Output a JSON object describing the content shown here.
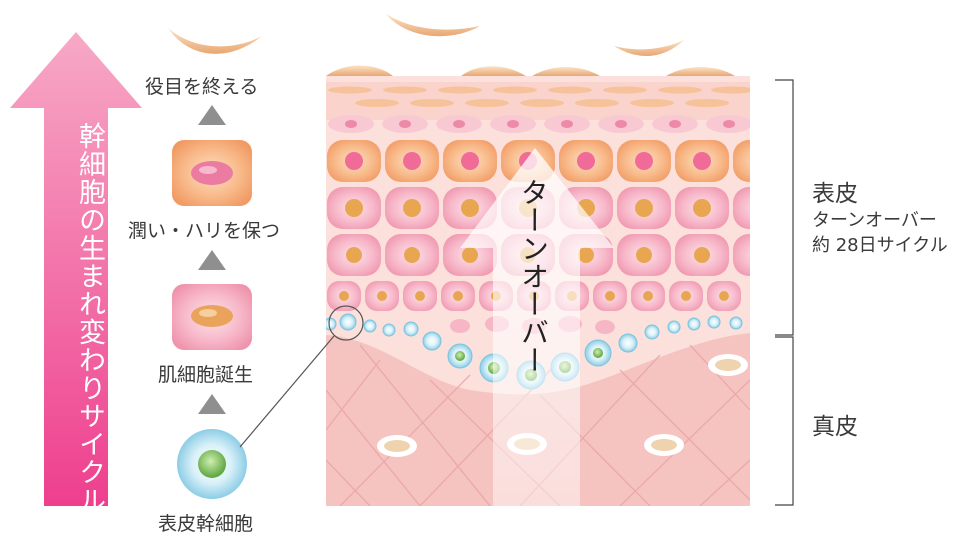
{
  "left_arrow_label": "幹細胞の生まれ変わりサイクル",
  "stages": {
    "end": "役目を終える",
    "moisture": "潤い・ハリを保つ",
    "birth": "肌細胞誕生",
    "stem": "表皮幹細胞"
  },
  "turnover_arrow_label": "ターンオーバー",
  "right_labels": {
    "epidermis": "表皮",
    "turnover": "ターンオーバー",
    "cycle": "約 28日サイクル",
    "dermis": "真皮"
  }
}
